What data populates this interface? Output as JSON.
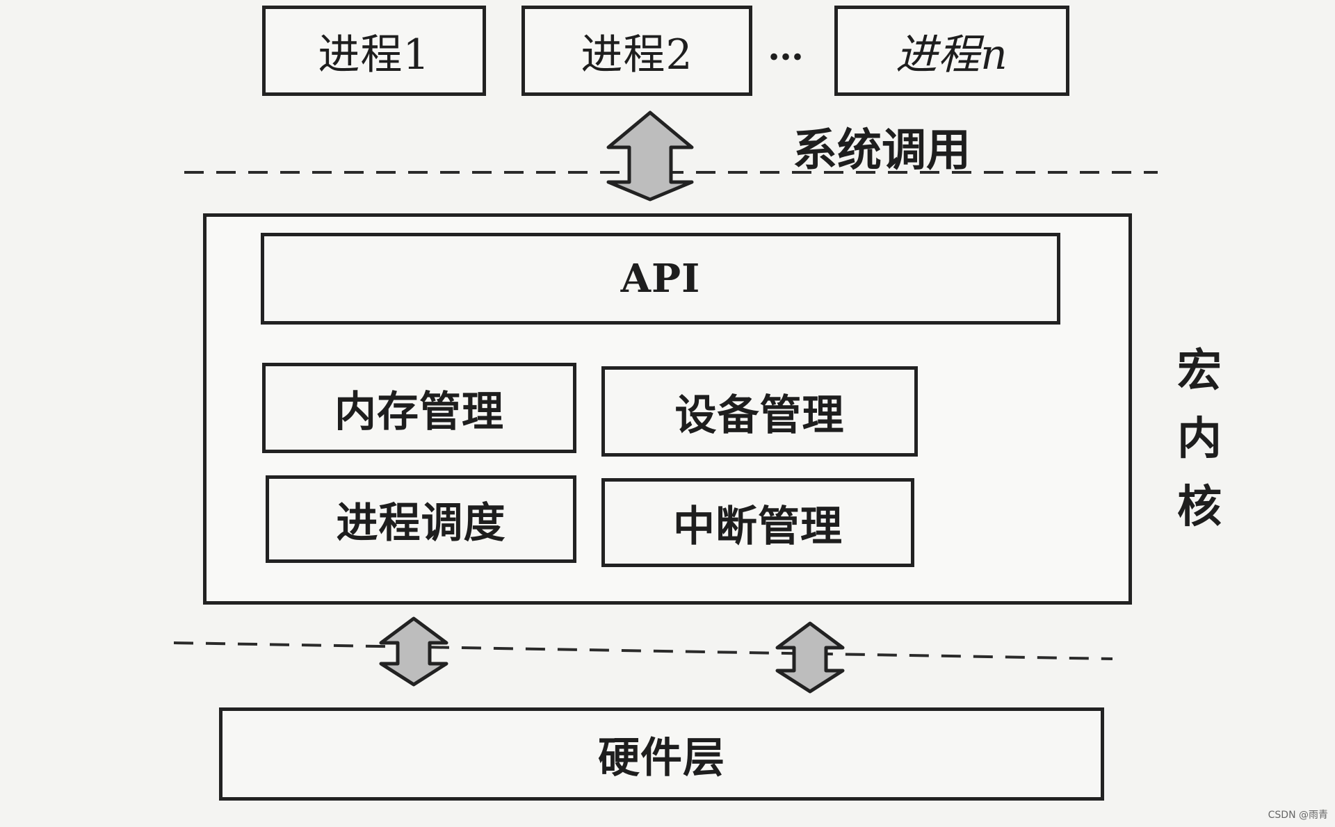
{
  "diagram": {
    "processes": [
      {
        "label": "进程1"
      },
      {
        "label": "进程2"
      },
      {
        "label": "进程n"
      }
    ],
    "ellipsis": "…",
    "system_call_label": "系统调用",
    "api_label": "API",
    "modules": [
      {
        "label": "内存管理"
      },
      {
        "label": "设备管理"
      },
      {
        "label": "进程调度"
      },
      {
        "label": "中断管理"
      }
    ],
    "kernel_label_chars": [
      "宏",
      "内",
      "核"
    ],
    "hardware_label": "硬件层",
    "watermark": "CSDN @雨青"
  }
}
